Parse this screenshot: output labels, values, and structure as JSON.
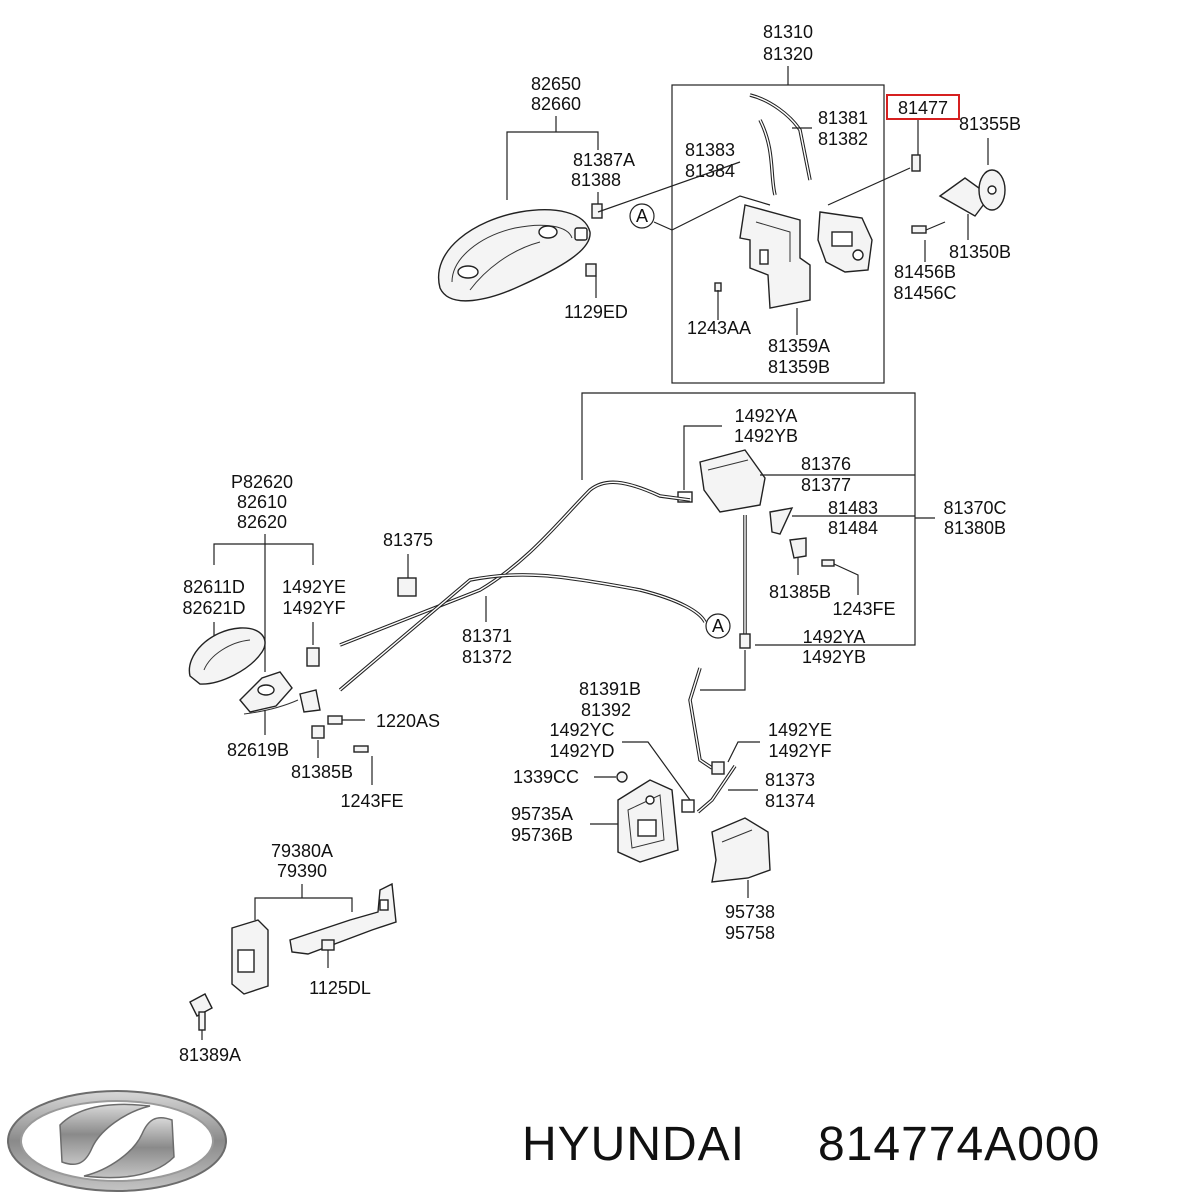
{
  "brand": {
    "name": "HYUNDAI",
    "part_number": "814774A000"
  },
  "logo": {
    "icon": "hyundai-logo-icon",
    "color": "#8a8a8a"
  },
  "highlight_color": "#d62020",
  "callouts": {
    "c81310": "81310",
    "c81320": "81320",
    "c82650": "82650",
    "c82660": "82660",
    "c81381": "81381",
    "c81382": "81382",
    "c81477": "81477",
    "c81355B": "81355B",
    "c81387A": "81387A",
    "c81388": "81388",
    "c81383": "81383",
    "c81384": "81384",
    "marker_a1": "A",
    "marker_a2": "A",
    "c81350B": "81350B",
    "c81456B": "81456B",
    "c81456C": "81456C",
    "c1129ED": "1129ED",
    "c1243AA": "1243AA",
    "c81359A": "81359A",
    "c81359B": "81359B",
    "c1492YA_1": "1492YA",
    "c1492YB_1": "1492YB",
    "cP82620": "P82620",
    "c82610": "82610",
    "c82620": "82620",
    "c81376": "81376",
    "c81377": "81377",
    "c81483": "81483",
    "c81484": "81484",
    "c81370C": "81370C",
    "c81380B": "81380B",
    "c81375": "81375",
    "c82611D": "82611D",
    "c82621D": "82621D",
    "c1492YE_1": "1492YE",
    "c1492YF_1": "1492YF",
    "c81385B_1": "81385B",
    "c1243FE_1": "1243FE",
    "c81371": "81371",
    "c81372": "81372",
    "c1492YA_2": "1492YA",
    "c1492YB_2": "1492YB",
    "c81391B": "81391B",
    "c81392": "81392",
    "c1220AS": "1220AS",
    "c1492YC": "1492YC",
    "c1492YD": "1492YD",
    "c1492YE_2": "1492YE",
    "c1492YF_2": "1492YF",
    "c82619B": "82619B",
    "c81385B_2": "81385B",
    "c1339CC": "1339CC",
    "c81373": "81373",
    "c81374": "81374",
    "c95735A": "95735A",
    "c95736B": "95736B",
    "c1243FE_2": "1243FE",
    "c79380A": "79380A",
    "c79390": "79390",
    "c95738": "95738",
    "c95758": "95758",
    "c1125DL": "1125DL",
    "c81389A": "81389A"
  }
}
